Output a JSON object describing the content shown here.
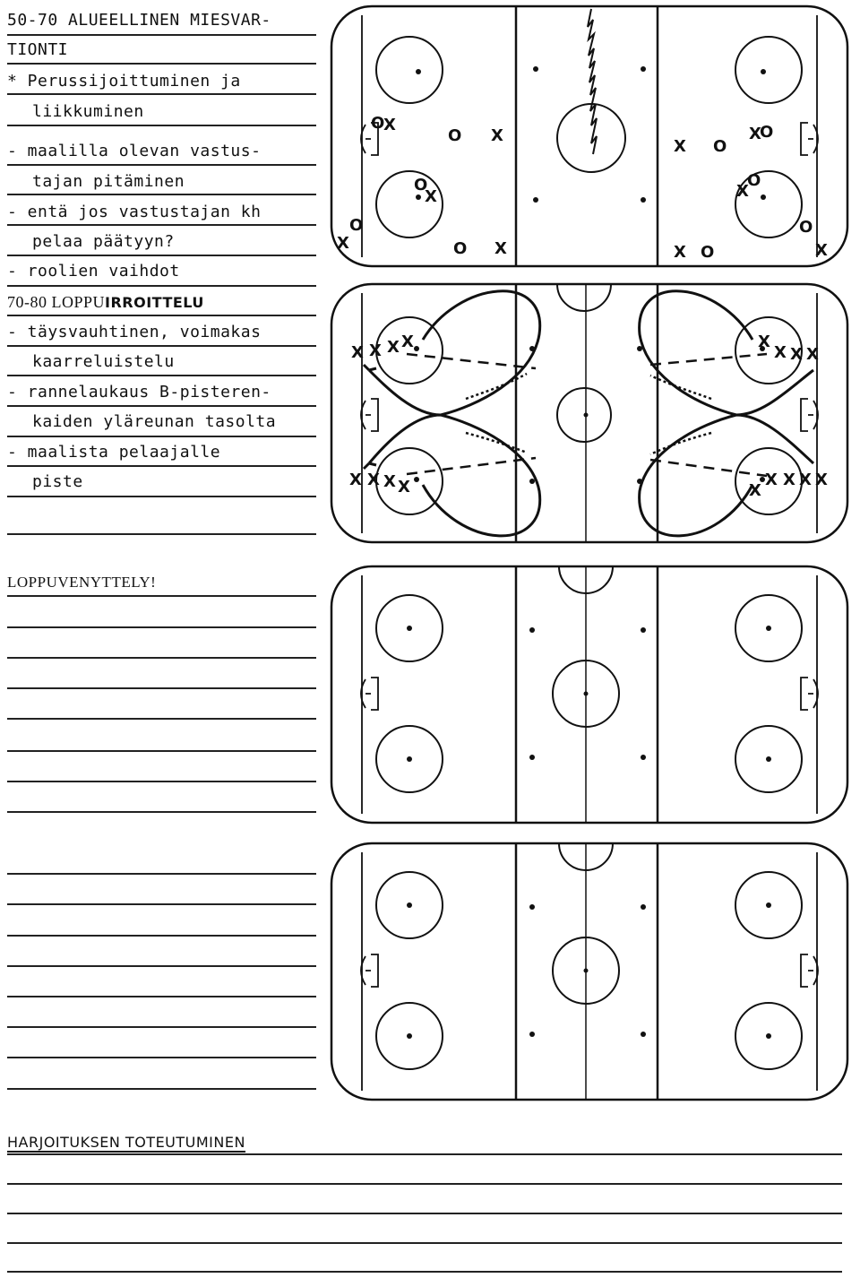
{
  "worksheet": {
    "section1": {
      "line1": "50-70 ALUEELLINEN MIESVAR-",
      "line2": "TIONTI",
      "line3": "* Perussijoittuminen ja",
      "line4": "liikkuminen",
      "line5": "- maalilla olevan vastus-",
      "line6": "tajan pitäminen",
      "line7": "- entä jos vastustajan kh",
      "line8": "pelaa päätyyn?",
      "line9": "- roolien vaihdot"
    },
    "section2": {
      "heading_time": "70-80 LOPPU",
      "heading_hand": "IRROITTELU",
      "line1": "- täysvauhtinen, voimakas",
      "line2": "kaarreluistelu",
      "line3": "- rannelaukaus B-pisteren-",
      "line4": "kaiden yläreunan tasolta",
      "line5": "- maalista pelaajalle",
      "line6": "piste"
    },
    "section3": {
      "heading": "LOPPUVENYTTELY!"
    },
    "footer": {
      "heading": "HARJOITUKSEN TOTEUTUMINEN"
    },
    "rink_marks": {
      "player": "X",
      "opponent": "O"
    }
  }
}
